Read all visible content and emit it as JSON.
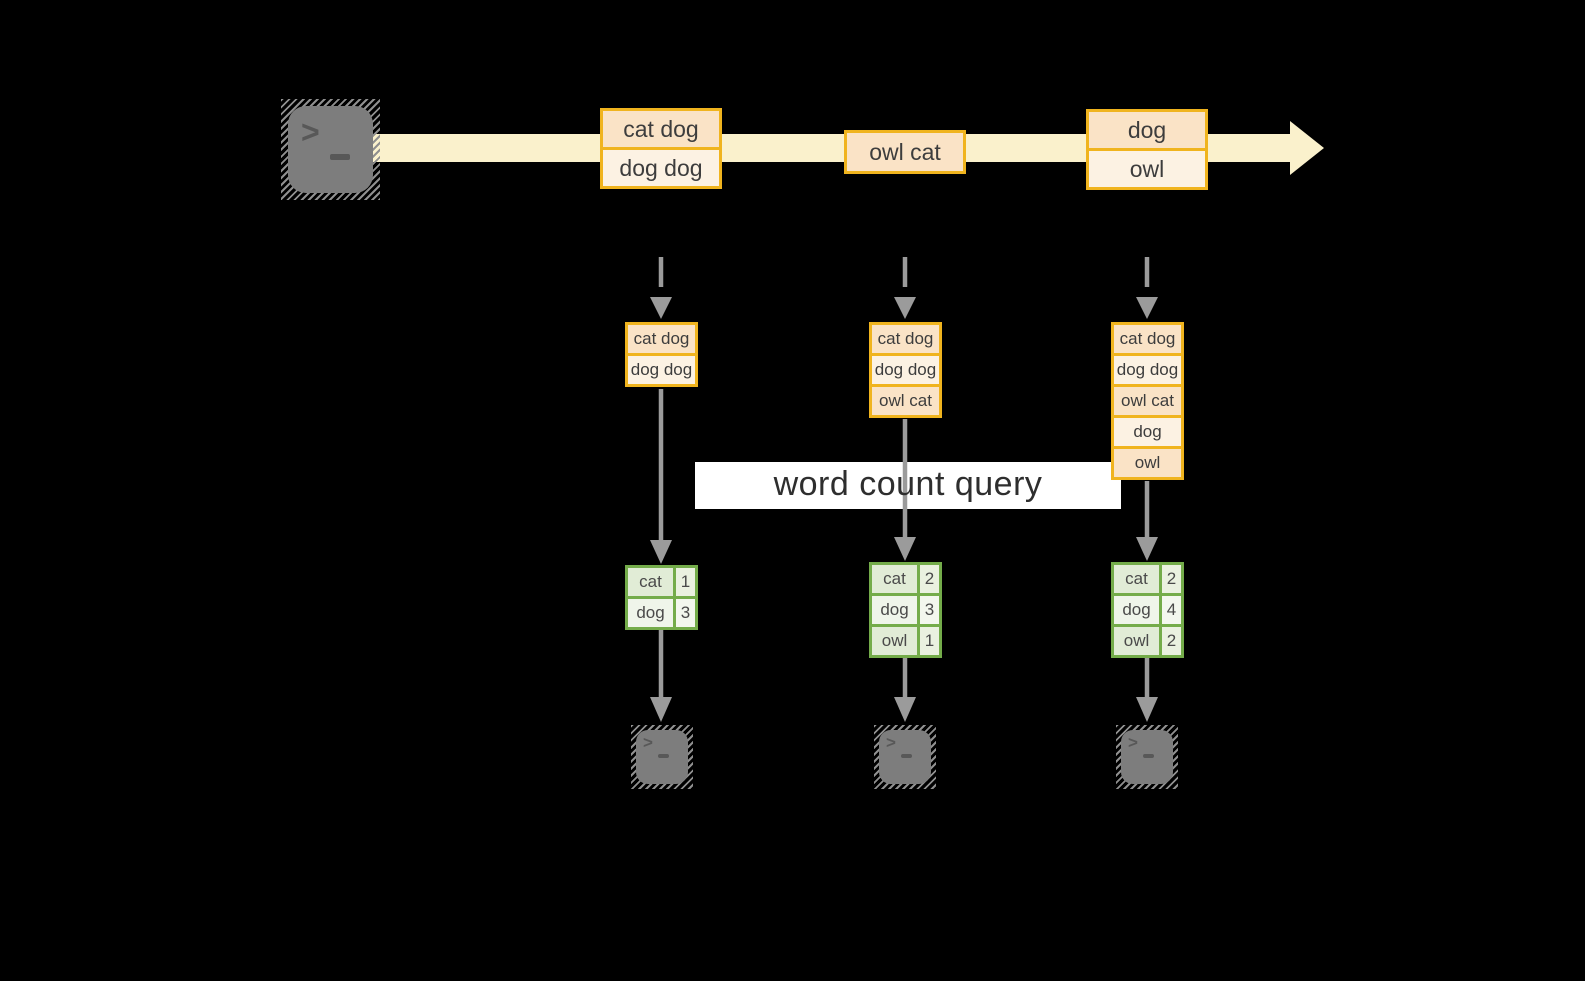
{
  "diagram": {
    "query_label": "word count query"
  },
  "icons": {
    "prompt_char": ">"
  },
  "colors": {
    "background": "#000000",
    "stream_fill": "#faf1cc",
    "orange_border": "#f0b41e",
    "peach_fill": "#fae3c6",
    "cream_fill": "#fcf2e3",
    "green_border": "#74ac4a",
    "green_cell_dark": "#e1ecd6",
    "green_cell_light": "#eff5ea",
    "arrow_gray": "#9b9b9b",
    "terminal_gray": "#7d7d7d",
    "label_band": "#ffffff",
    "text_dark": "#3d3d3d"
  },
  "stream": {
    "batches": [
      {
        "rows": [
          "cat dog",
          "dog dog"
        ]
      },
      {
        "rows": [
          "owl cat"
        ]
      },
      {
        "rows": [
          "dog",
          "owl"
        ]
      }
    ]
  },
  "columns": [
    {
      "state_rows": [
        "cat dog",
        "dog dog"
      ],
      "counts": [
        {
          "word": "cat",
          "count": "1"
        },
        {
          "word": "dog",
          "count": "3"
        }
      ]
    },
    {
      "state_rows": [
        "cat dog",
        "dog dog",
        "owl cat"
      ],
      "counts": [
        {
          "word": "cat",
          "count": "2"
        },
        {
          "word": "dog",
          "count": "3"
        },
        {
          "word": "owl",
          "count": "1"
        }
      ]
    },
    {
      "state_rows": [
        "cat dog",
        "dog dog",
        "owl cat",
        "dog",
        "owl"
      ],
      "counts": [
        {
          "word": "cat",
          "count": "2"
        },
        {
          "word": "dog",
          "count": "4"
        },
        {
          "word": "owl",
          "count": "2"
        }
      ]
    }
  ]
}
